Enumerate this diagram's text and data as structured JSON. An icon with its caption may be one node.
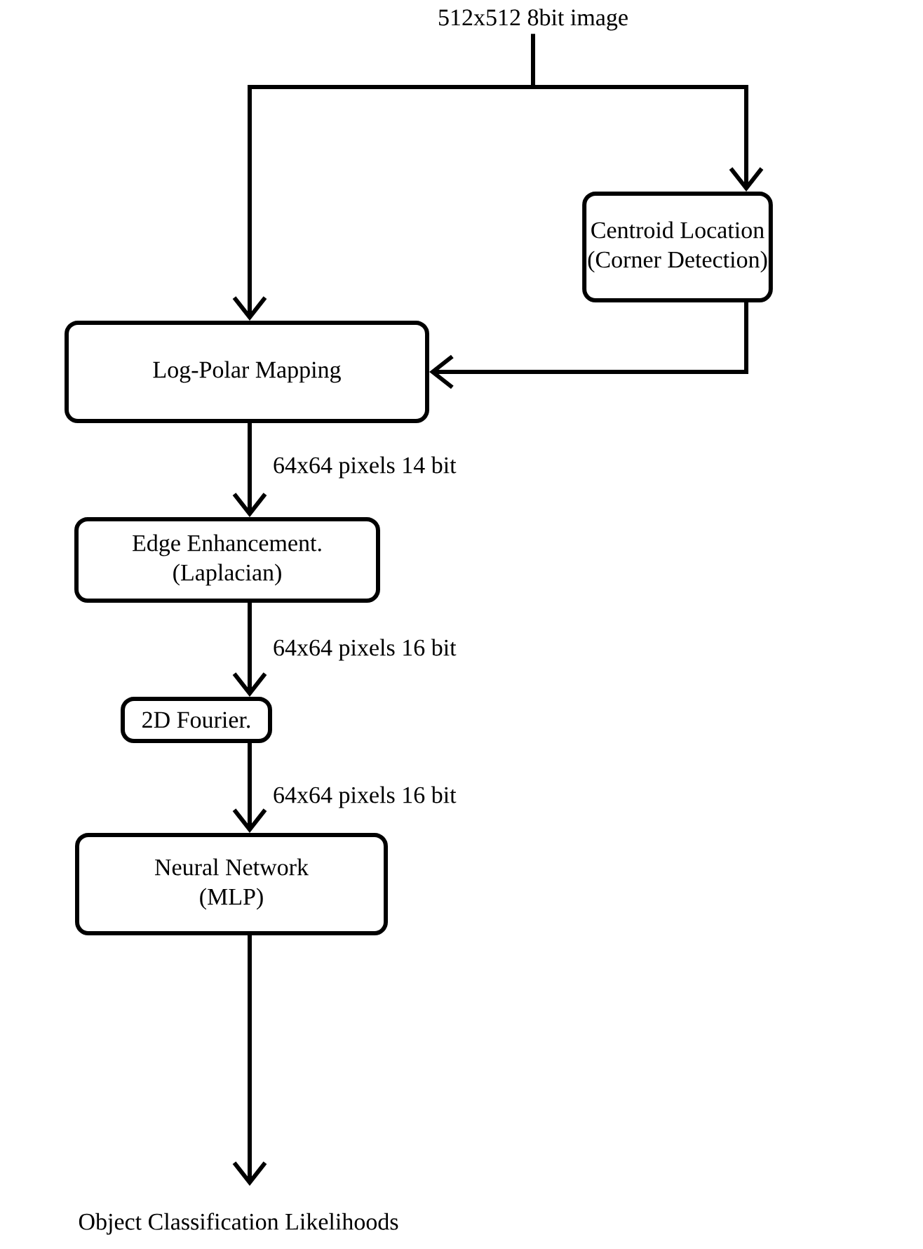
{
  "diagram": {
    "nodes": [
      {
        "text": [
          "512x512 8bit image"
        ]
      },
      {
        "text": [
          "Centroid Location",
          "(Corner Detection)"
        ]
      },
      {
        "text": [
          "Log-Polar Mapping"
        ]
      },
      {
        "text": [
          "Edge Enhancement.",
          "(Laplacian)"
        ]
      },
      {
        "text": [
          "2D Fourier."
        ]
      },
      {
        "text": [
          "Neural Network",
          "(MLP)"
        ]
      },
      {
        "text": [
          "Object Classification Likelihoods"
        ]
      }
    ],
    "edges": [
      {
        "from": 0,
        "to": 2,
        "arrow": "to"
      },
      {
        "from": 0,
        "to": 1,
        "arrow": "to"
      },
      {
        "from": 1,
        "to": 2,
        "arrow": "to"
      },
      {
        "from": 2,
        "to": 3,
        "arrow": "to",
        "label": "64x64 pixels 14 bit"
      },
      {
        "from": 3,
        "to": 4,
        "arrow": "to",
        "label": "64x64 pixels 16 bit"
      },
      {
        "from": 4,
        "to": 5,
        "arrow": "to",
        "label": "64x64 pixels 16 bit"
      },
      {
        "from": 5,
        "to": 6,
        "arrow": "to"
      }
    ]
  }
}
